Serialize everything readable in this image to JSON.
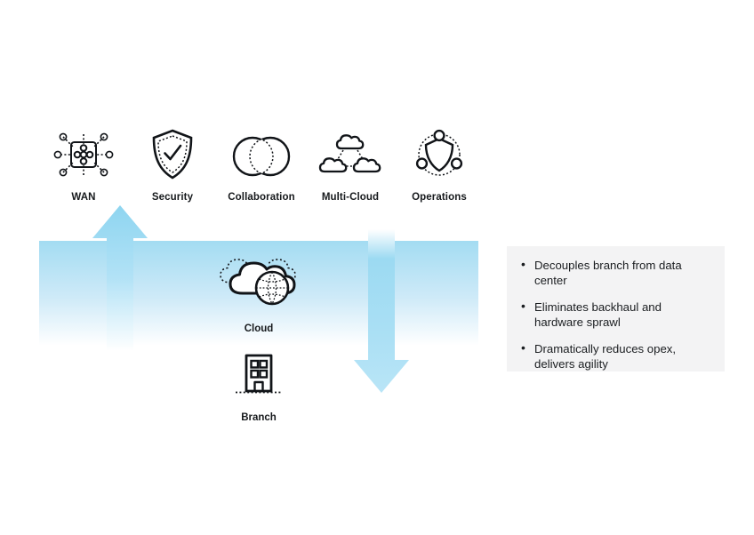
{
  "theme": {
    "background": "#ffffff",
    "band_top_color": "#9ddcf2",
    "band_bottom_color": "#ffffff",
    "arrow_color": "#8ed5f0",
    "panel_background": "#f3f3f4",
    "icon_stroke": "#111418",
    "text_color": "#16191c"
  },
  "pillars": [
    {
      "label": "WAN",
      "icon": "wan-mesh-icon"
    },
    {
      "label": "Security",
      "icon": "shield-check-icon"
    },
    {
      "label": "Collaboration",
      "icon": "overlapping-circles-icon"
    },
    {
      "label": "Multi-Cloud",
      "icon": "three-clouds-icon"
    },
    {
      "label": "Operations",
      "icon": "shield-nodes-icon"
    }
  ],
  "nodes": {
    "cloud": {
      "label": "Cloud",
      "icon": "cloud-globe-icon"
    },
    "branch": {
      "label": "Branch",
      "icon": "office-building-icon"
    }
  },
  "flow": {
    "up_arrow": "arrow-up-branch-to-cloud",
    "down_arrow": "arrow-down-cloud-to-branch"
  },
  "benefits": {
    "items": [
      "Decouples branch from data center",
      "Eliminates backhaul and hardware sprawl",
      "Dramatically reduces opex, delivers agility"
    ]
  }
}
